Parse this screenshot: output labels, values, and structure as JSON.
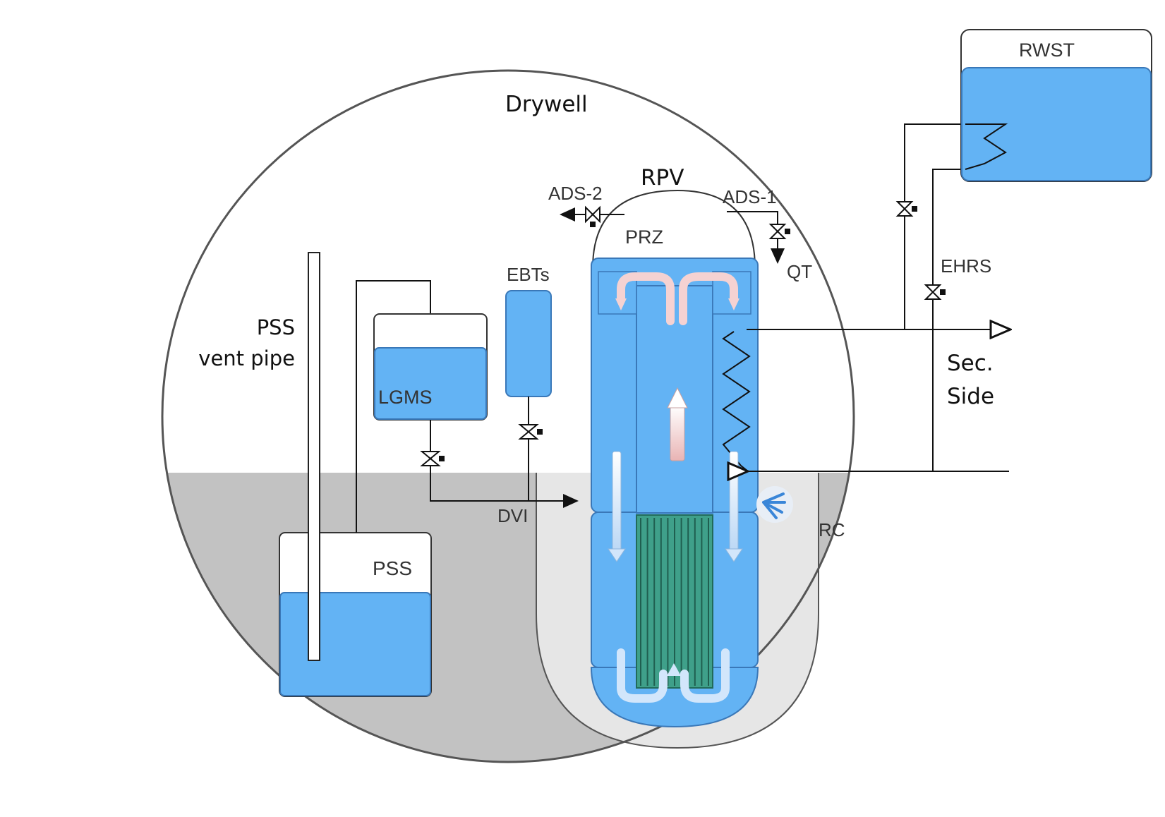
{
  "labels": {
    "drywell": "Drywell",
    "rpv": "RPV",
    "prz": "PRZ",
    "ads2": "ADS-2",
    "ads1": "ADS-1",
    "qt": "QT",
    "ebts": "EBTs",
    "lgms": "LGMS",
    "pss": "PSS",
    "pss_vent_line1": "PSS",
    "pss_vent_line2": "vent pipe",
    "dvi": "DVI",
    "rc": "RC",
    "rwst": "RWST",
    "ehrs": "EHRS",
    "sec_line1": "Sec.",
    "sec_line2": "Side"
  },
  "colors": {
    "water": "#63b3f4",
    "water_edge": "#3a78b8",
    "pool_gray": "#c2c2c2",
    "cavity_light": "#e6e6e6",
    "core_green": "#3fa08a",
    "flow_up": "#f3c8c8",
    "flow_down": "#d2e6fb"
  }
}
